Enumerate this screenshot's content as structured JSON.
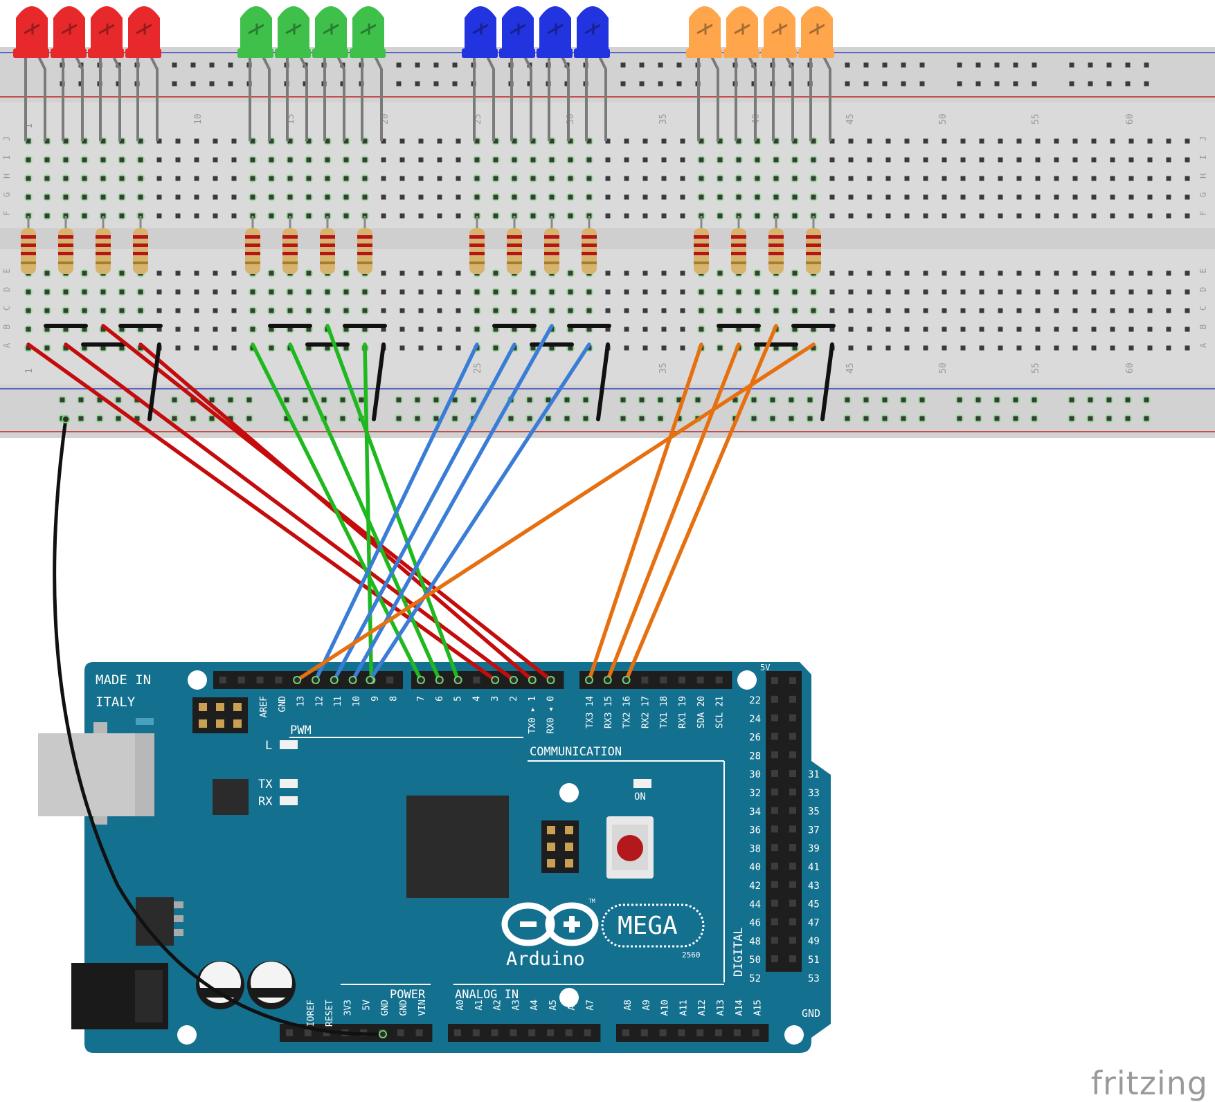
{
  "colors": {
    "red": "#e8292b",
    "green": "#3ec04a",
    "blue": "#2233e0",
    "orange": "#ffa64d",
    "wire_red": "#c40c0c",
    "wire_green": "#1fb81f",
    "wire_blue": "#3a7dd6",
    "wire_orange": "#e6700f",
    "wire_black": "#111111",
    "board": "#14708f",
    "breadboard": "#dadada"
  },
  "breadboard": {
    "row_letters_top": [
      "J",
      "I",
      "H",
      "G",
      "F"
    ],
    "row_letters_bottom": [
      "E",
      "D",
      "C",
      "B",
      "A"
    ],
    "column_numbers": [
      "1",
      "10",
      "15",
      "20",
      "25",
      "30",
      "35",
      "40",
      "45",
      "50",
      "55",
      "60"
    ]
  },
  "board": {
    "made_in": "MADE IN",
    "italy": "ITALY",
    "pwm": "PWM",
    "communication": "COMMUNICATION",
    "digital": "DIGITAL",
    "power": "POWER",
    "analog_in": "ANALOG IN",
    "brand": "Arduino",
    "model": "MEGA",
    "model_sub": "2560",
    "tm": "TM",
    "led_l": "L",
    "led_tx": "TX",
    "led_rx": "RX",
    "led_on": "ON",
    "gnd": "GND",
    "five_v": "5V",
    "pwm_pins": [
      "AREF",
      "GND",
      "13",
      "12",
      "11",
      "10",
      "9",
      "8"
    ],
    "digital_pins_low": [
      "7",
      "6",
      "5",
      "4",
      "3",
      "2",
      "TX0 ▸ 1",
      "RX0 ◂ 0"
    ],
    "comm_pins": [
      "TX3 14",
      "RX3 15",
      "TX2 16",
      "RX2 17",
      "TX1 18",
      "RX1 19",
      "SDA 20",
      "SCL 21"
    ],
    "right_even": [
      "22",
      "24",
      "26",
      "28",
      "30",
      "32",
      "34",
      "36",
      "38",
      "40",
      "42",
      "44",
      "46",
      "48",
      "50",
      "52"
    ],
    "right_odd": [
      "31",
      "33",
      "35",
      "37",
      "39",
      "41",
      "43",
      "45",
      "47",
      "49",
      "51",
      "53"
    ],
    "power_pins": [
      "IOREF",
      "RESET",
      "3V3",
      "5V",
      "GND",
      "GND",
      "VIN"
    ],
    "analog_pins_a": [
      "A0",
      "A1",
      "A2",
      "A3",
      "A4",
      "A5",
      "A6",
      "A7"
    ],
    "analog_pins_b": [
      "A8",
      "A9",
      "A10",
      "A11",
      "A12",
      "A13",
      "A14",
      "A15"
    ]
  },
  "watermark": "fritzing"
}
